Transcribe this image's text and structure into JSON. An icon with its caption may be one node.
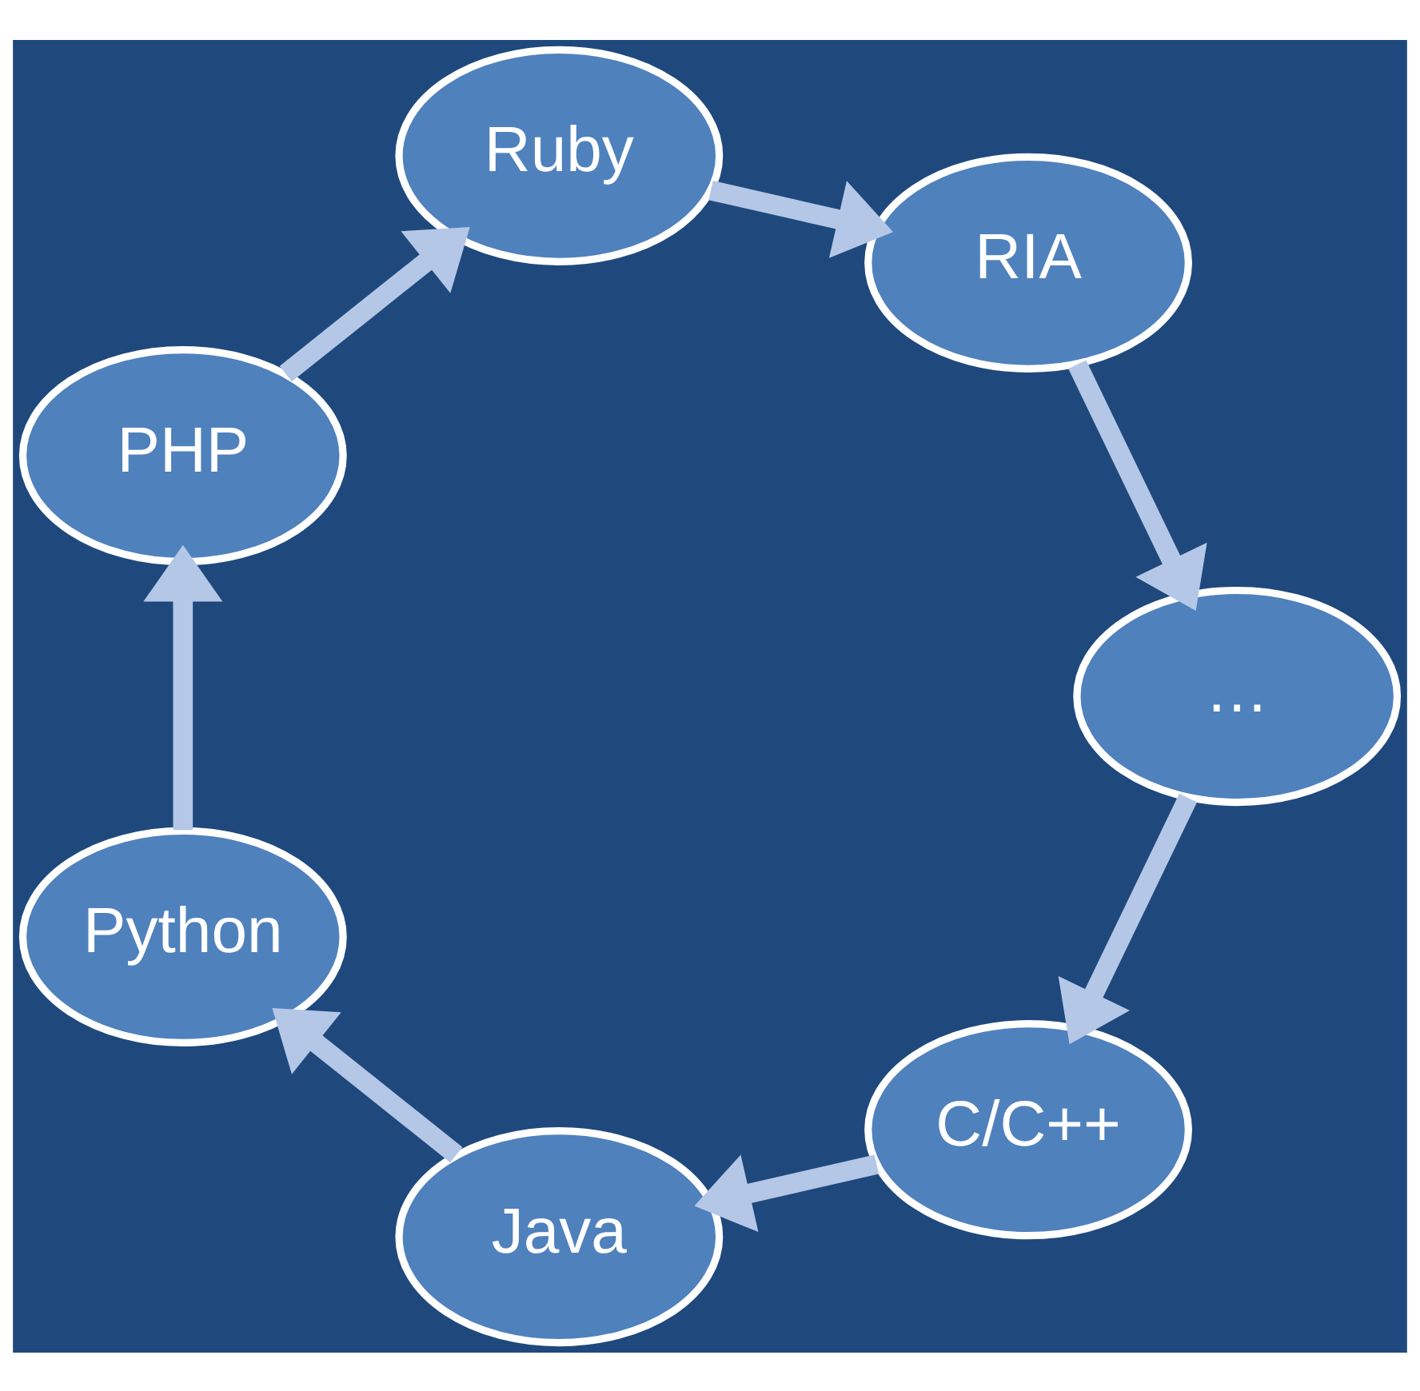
{
  "diagram": {
    "nodes": [
      {
        "text": [
          "C/C++"
        ]
      },
      {
        "text": [
          "Java"
        ]
      },
      {
        "text": [
          "Python"
        ]
      },
      {
        "text": [
          "PHP"
        ]
      },
      {
        "text": [
          "Ruby"
        ]
      },
      {
        "text": [
          "RIA"
        ]
      },
      {
        "text": [
          "…"
        ]
      }
    ],
    "edges": [
      {
        "from": 0,
        "to": 1,
        "arrow": "to"
      },
      {
        "from": 1,
        "to": 2,
        "arrow": "to"
      },
      {
        "from": 2,
        "to": 3,
        "arrow": "to"
      },
      {
        "from": 3,
        "to": 4,
        "arrow": "to"
      },
      {
        "from": 4,
        "to": 5,
        "arrow": "to"
      },
      {
        "from": 5,
        "to": 6,
        "arrow": "to"
      },
      {
        "from": 6,
        "to": 0,
        "arrow": "to"
      }
    ]
  }
}
